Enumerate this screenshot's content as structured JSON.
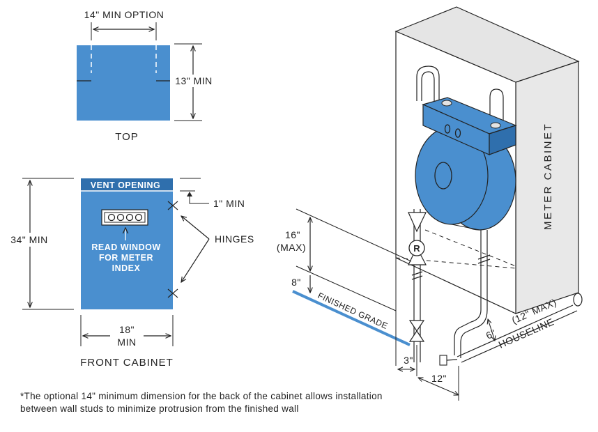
{
  "top_view": {
    "option_dim": "14\" MIN OPTION",
    "depth_dim": "13\" MIN",
    "caption": "TOP"
  },
  "front_view": {
    "height_dim": "34\" MIN",
    "vent_label": "VENT OPENING",
    "vent_gap_dim": "1\" MIN",
    "window_line1": "READ WINDOW",
    "window_line2": "FOR METER",
    "window_line3": "INDEX",
    "hinges": "HINGES",
    "width_dim_value": "18\"",
    "width_dim_unit": "MIN",
    "caption": "FRONT CABINET"
  },
  "iso_view": {
    "cabinet_label": "METER CABINET",
    "regulator": "R",
    "dim_16": "16\"",
    "dim_16_note": "(MAX)",
    "dim_8": "8\"",
    "grade": "FINISHED GRADE",
    "dim_3": "3\"",
    "dim_12_bottom": "12\"",
    "dim_6": "6\"",
    "dim_12_max": "(12\" MAX)",
    "houseline": "HOUSELINE"
  },
  "footnote": {
    "line1": "*The optional 14\" minimum dimension for the back of the cabinet allows installation",
    "line2": "between wall studs to minimize protrusion from the finished wall"
  },
  "colors": {
    "blue": "#4a8fcf",
    "blue_dark": "#2f6fad",
    "grey": "#e3e3e3",
    "line": "#222222"
  }
}
